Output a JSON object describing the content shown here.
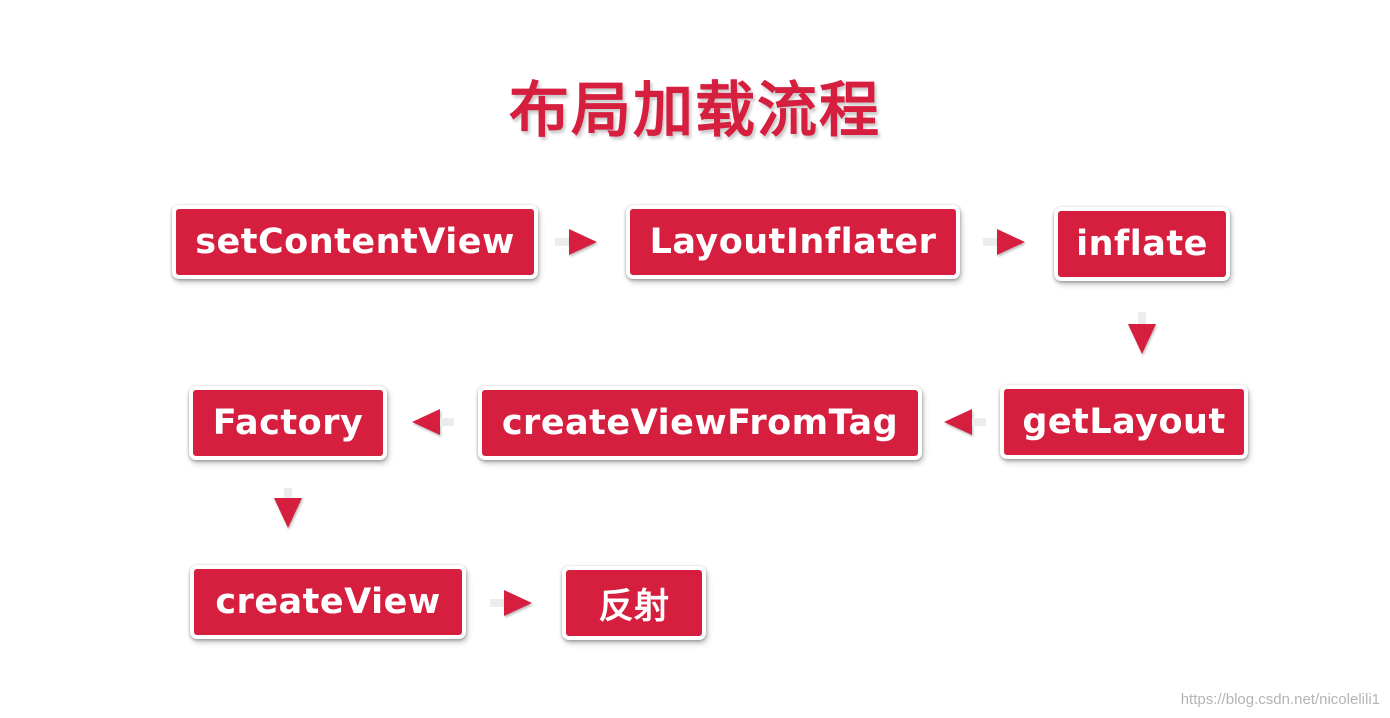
{
  "title": "布局加载流程",
  "colors": {
    "accent": "#d61f3f",
    "background": "#ffffff",
    "text": "#ffffff"
  },
  "nodes": {
    "set_content_view": "setContentView",
    "layout_inflater": "LayoutInflater",
    "inflate": "inflate",
    "get_layout": "getLayout",
    "create_view_from_tag": "createViewFromTag",
    "factory": "Factory",
    "create_view": "createView",
    "reflection": "反射"
  },
  "edges": [
    {
      "from": "setContentView",
      "to": "LayoutInflater",
      "direction": "right"
    },
    {
      "from": "LayoutInflater",
      "to": "inflate",
      "direction": "right"
    },
    {
      "from": "inflate",
      "to": "getLayout",
      "direction": "down"
    },
    {
      "from": "getLayout",
      "to": "createViewFromTag",
      "direction": "left"
    },
    {
      "from": "createViewFromTag",
      "to": "Factory",
      "direction": "left"
    },
    {
      "from": "Factory",
      "to": "createView",
      "direction": "down"
    },
    {
      "from": "createView",
      "to": "反射",
      "direction": "right"
    }
  ],
  "watermark": "https://blog.csdn.net/nicolelili1"
}
